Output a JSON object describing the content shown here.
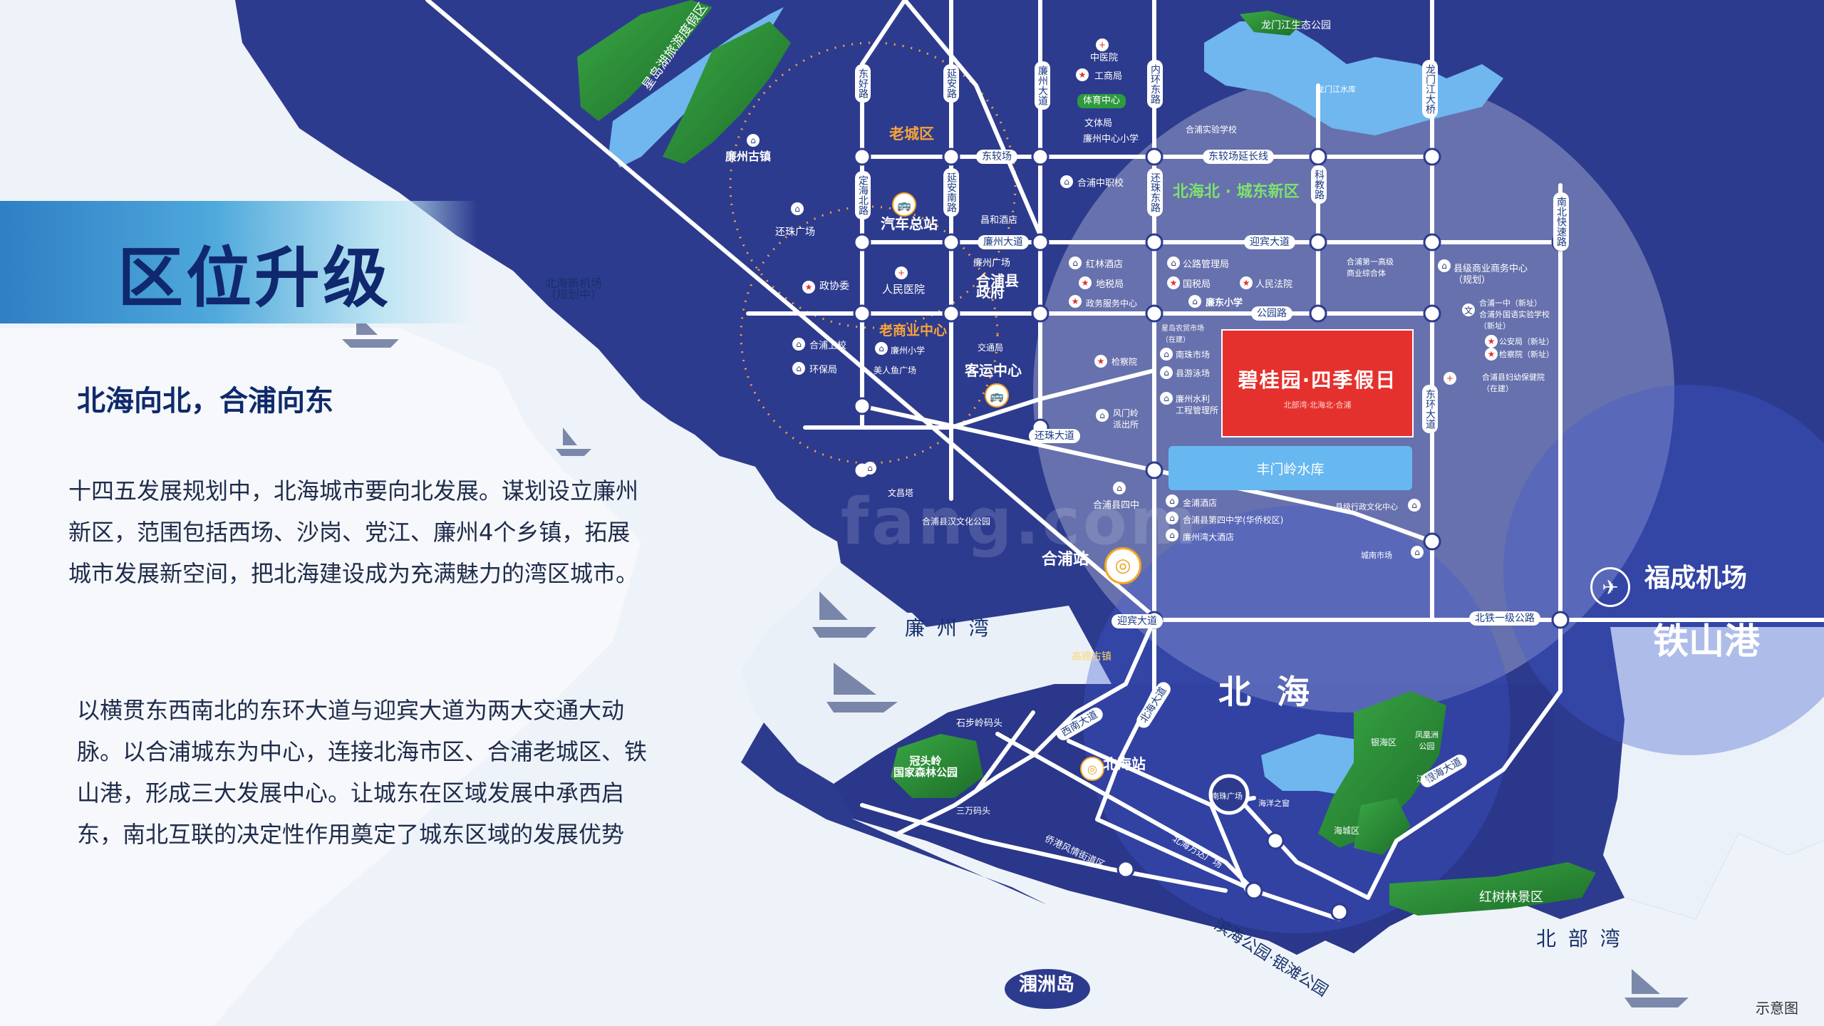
{
  "page": {
    "title": "区位升级",
    "subtitle": "北海向北，合浦向东",
    "paragraph1": "十四五发展规划中，北海城市要向北发展。谋划设立廉州新区，范围包括西场、沙岗、党江、廉州4个乡镇，拓展城市发展新空间，把北海建设成为充满魅力的湾区城市。",
    "paragraph2": "以横贯东西南北的东环大道与迎宾大道为两大交通大动脉。以合浦城东为中心，连接北海市区、合浦老城区、铁山港，形成三大发展中心。让城东在区域发展中承西启东，南北互联的决定性作用奠定了城东区域的发展优势",
    "disclaimer": "示意图",
    "watermark": "fang.com"
  },
  "colors": {
    "sea_light": "#eaf1f8",
    "land_navy": "#2c3a8c",
    "land_deep": "#23307a",
    "road": "#ffffff",
    "project_red": "#e5312d",
    "accent_orange": "#f7a33a",
    "water_blue": "#67b8f0",
    "forest_green": "#2e9a3e",
    "title_navy": "#10286e"
  },
  "project": {
    "name": "碧桂园·四季假日",
    "sub": "北部湾·北海北·合浦"
  },
  "map": {
    "districts": {
      "old_city": "老城区",
      "new_district": "北海北 · 城东新区",
      "old_commercial": "老商业中心",
      "beihai": "北 海",
      "lianzhou_bay": "廉 州 湾",
      "beibu_bay": "北 部 湾",
      "tieshan_port": "铁山港",
      "airport": "福成机场",
      "weizhou": "涠洲岛"
    },
    "roads": {
      "donghao": "东好路",
      "yanan": "延安路",
      "lianzhou_dadao": "廉州大道",
      "neihuan_dong": "内环东路",
      "longmenjiang_bridge": "龙门江大桥",
      "dongjiao": "东较场",
      "dongjiao_ext": "东较场延长线",
      "dingbei": "定海北路",
      "yannan": "延安南路",
      "huanzhu_dong": "还珠东路",
      "kejiao": "科教路",
      "nanbei_express": "南北快速路",
      "yingbin": "迎宾大道",
      "gongyuan": "公园路",
      "donghuan": "东环大道",
      "huanzhu_dadao": "还珠大道",
      "beitie": "北铁一级公路",
      "yingbin_s": "迎宾大道",
      "beihai_dadao": "北海大道",
      "yinhai": "银海大道",
      "xinan": "西南大道",
      "huanzhu_plaza": "还珠广场"
    },
    "places": {
      "lianzhou_town": "廉州古镇",
      "scenic_area": "星岛湖旅游度假区",
      "longmen_park": "龙门江生态公园",
      "longmen_res": "龙门江水库",
      "hepu_school": "合浦实验学校",
      "zhongyi": "中医院",
      "gongshang": "工商局",
      "tiyu": "体育中心",
      "wenti": "文体局",
      "lianzhou_school": "廉州中心小学",
      "zhongzhi": "合浦中职校",
      "bus_station": "汽车总站",
      "changjiu": "昌和酒店",
      "airport_new": "北海新机场\n（规划中）",
      "zhengxie": "政协委",
      "renmin_hosp": "人民医院",
      "gov": "合浦县\n政府",
      "lianzhou_plaza": "廉州广场",
      "hongling": "红林酒店",
      "dishui": "地税局",
      "zhengwu": "政务服务中心",
      "gonglu": "公路管理局",
      "guoshui": "国税局",
      "renmin_court": "人民法院",
      "liandong_school": "廉东小学",
      "hepu_1st": "合浦第一高级\n商业综合体",
      "business_center": "县级商业商务中心\n（规划）",
      "hepu_1st_school": "合浦一中（新址）",
      "foreign_school": "合浦外国语实验学校\n（新址）",
      "public_security": "公安局（新址）",
      "procuratorate": "检察院（新址）",
      "maternity": "合浦县妇幼保健院\n（在建）",
      "weisheng": "合浦卫校",
      "huanbao": "环保局",
      "lianzhou_primary": "廉州小学",
      "meirenyu": "美人鱼广场",
      "passenger": "客运中心",
      "jiaotong": "交通局",
      "jianchayuan": "检察院",
      "market": "星岛农贸市场\n（在建）",
      "nanzhu": "南珠市场",
      "swimming": "县游泳场",
      "water_mgmt": "廉州水利\n工程管理所",
      "fengmen_police": "风门岭\n派出所",
      "fengmen_res": "丰门岭水库",
      "wenchang": "文昌塔",
      "han_park": "合浦县汉文化公园",
      "hepu_no4": "合浦县四中",
      "jinpu_hotel": "金浦酒店",
      "no4_huaqiao": "合浦县第四中学(华侨校区)",
      "lianzhou_hotel": "廉州湾大酒店",
      "culture_center": "县级行政文化中心",
      "chengnan_market": "城南市场",
      "hepu_station": "合浦站",
      "beihai_station": "北海站",
      "gaode": "高德古镇",
      "shituling": "石步岭码头",
      "guantouling": "冠头岭\n国家森林公园",
      "sanwan": "三万码头",
      "nanzhu_plaza": "南珠广场",
      "haiyang": "海洋之窗",
      "qiaogang": "侨港风情街道区",
      "wanda": "北海万达广场",
      "yinhai_area": "银海区",
      "redforest": "红树林景区",
      "binhai": "滨海公园·银滩公园",
      "fenghuang": "凤凰洲\n公园",
      "haicheng": "海城区",
      "jianghai": "江海"
    }
  }
}
